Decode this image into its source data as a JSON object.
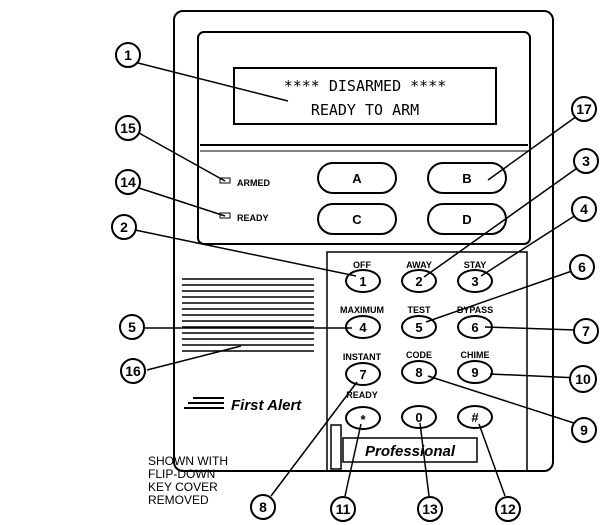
{
  "display": {
    "line1": "**** DISARMED ****",
    "line2": "READY TO ARM"
  },
  "leds": [
    {
      "label": "ARMED",
      "callout": "15"
    },
    {
      "label": "READY",
      "callout": "14"
    }
  ],
  "function_keys": [
    "A",
    "B",
    "C",
    "D"
  ],
  "keys": [
    {
      "char": "1",
      "label": "OFF"
    },
    {
      "char": "2",
      "label": "AWAY"
    },
    {
      "char": "3",
      "label": "STAY"
    },
    {
      "char": "4",
      "label": "MAXIMUM"
    },
    {
      "char": "5",
      "label": "TEST"
    },
    {
      "char": "6",
      "label": "BYPASS"
    },
    {
      "char": "7",
      "label": "INSTANT"
    },
    {
      "char": "8",
      "label": "CODE"
    },
    {
      "char": "9",
      "label": "CHIME"
    },
    {
      "char": "*",
      "label": "READY"
    },
    {
      "char": "0",
      "label": ""
    },
    {
      "char": "#",
      "label": ""
    }
  ],
  "brand": "First Alert",
  "model": "Professional",
  "note": [
    "SHOWN WITH",
    "FLIP-DOWN",
    "KEY COVER",
    "REMOVED"
  ],
  "callouts": [
    "1",
    "2",
    "3",
    "4",
    "5",
    "6",
    "7",
    "8",
    "9",
    "10",
    "11",
    "12",
    "13",
    "14",
    "15",
    "16",
    "17"
  ]
}
